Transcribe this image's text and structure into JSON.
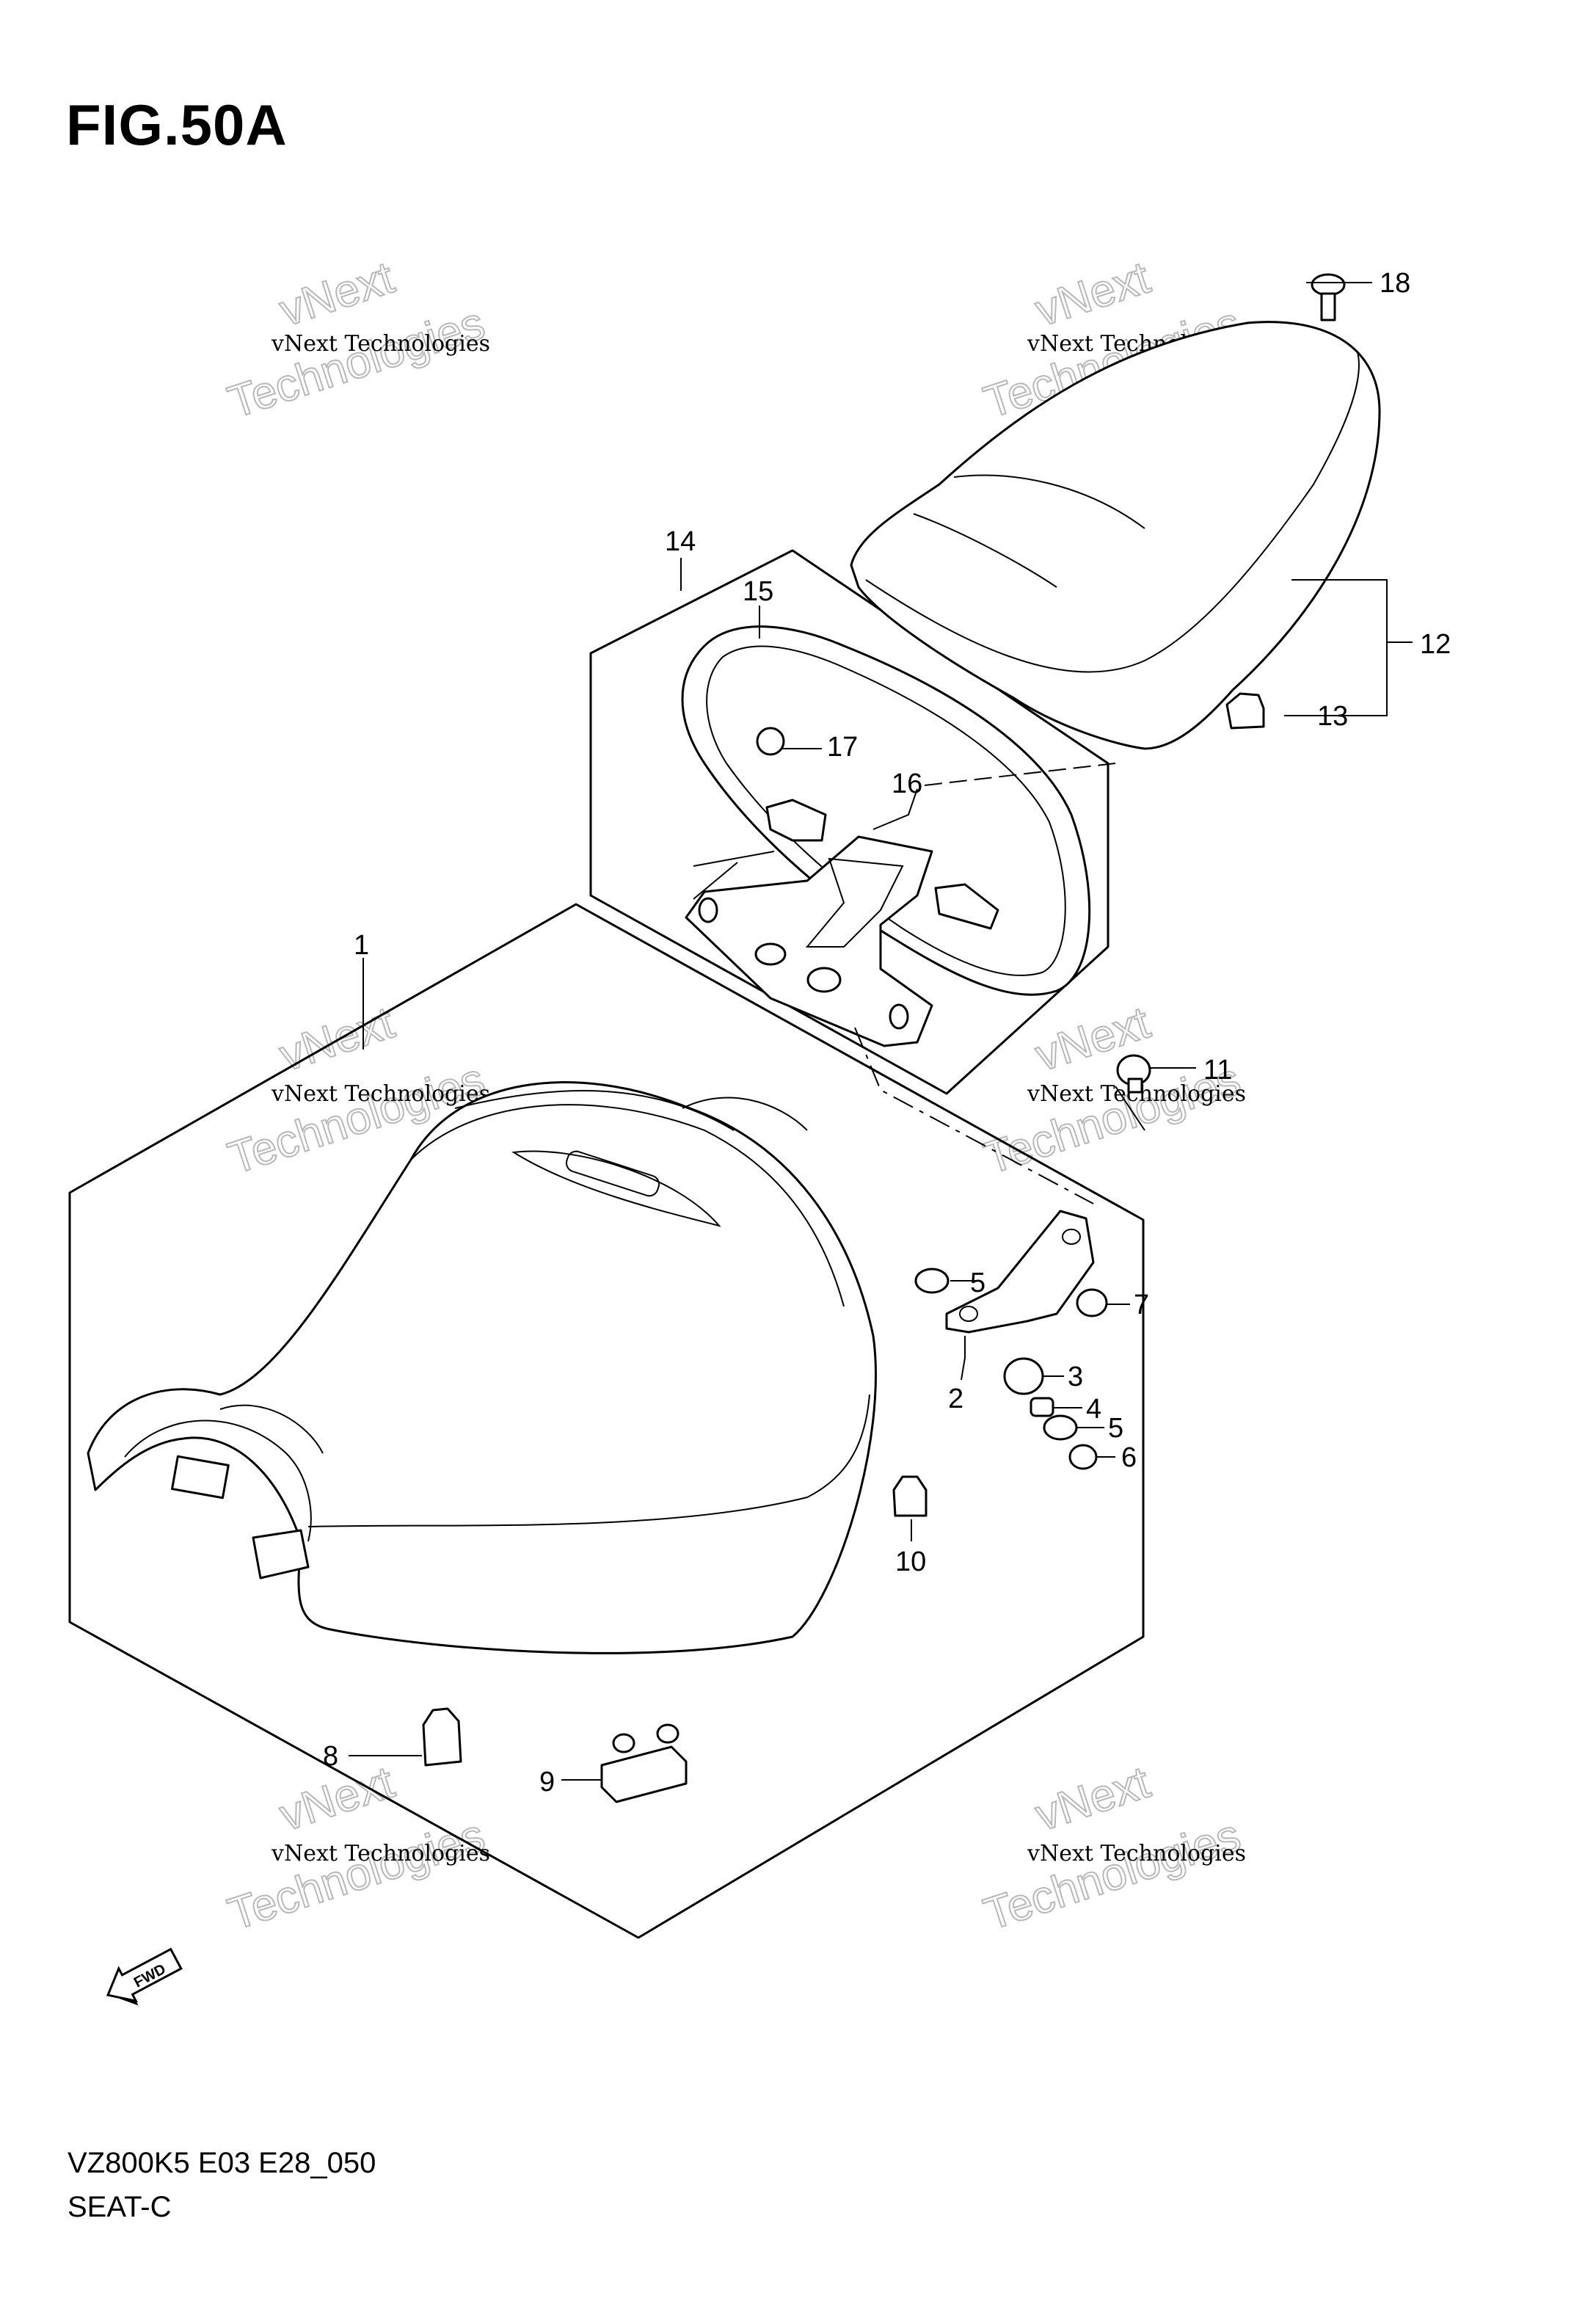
{
  "figure": {
    "title": "FIG.50A"
  },
  "footer": {
    "model_code": "VZ800K5 E03 E28_050",
    "section": "SEAT-C"
  },
  "watermark": {
    "line1": "vNext",
    "line2": "Technologies",
    "full": "vNext Technologies"
  },
  "fwd_label": "FWD",
  "callouts": [
    "1",
    "2",
    "3",
    "4",
    "5",
    "5",
    "6",
    "7",
    "8",
    "9",
    "10",
    "11",
    "12",
    "13",
    "14",
    "15",
    "16",
    "17",
    "18"
  ]
}
